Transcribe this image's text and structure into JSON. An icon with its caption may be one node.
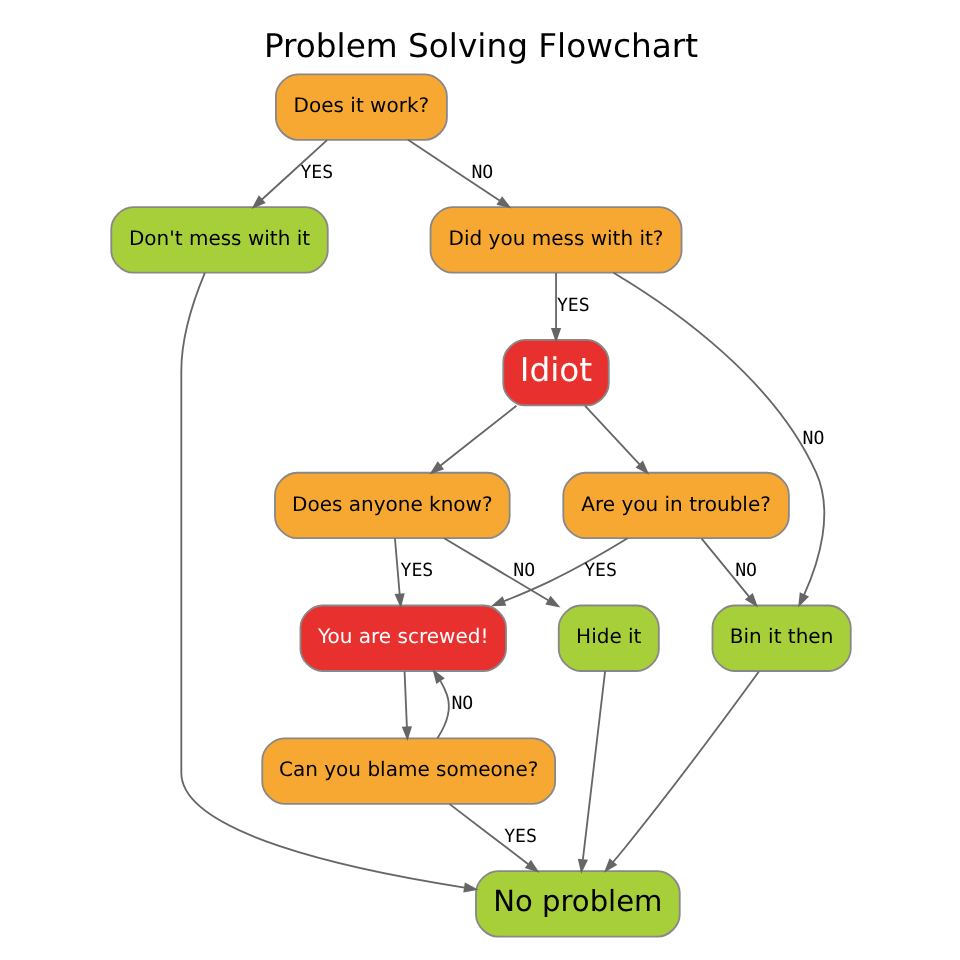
{
  "diagram": {
    "title": "Problem Solving Flowchart",
    "nodes": [
      {
        "text": [
          "Does it work?"
        ]
      },
      {
        "text": [
          "Don't mess with it"
        ]
      },
      {
        "text": [
          "Did you mess with it?"
        ]
      },
      {
        "text": [
          "Idiot"
        ]
      },
      {
        "text": [
          "Does anyone know?"
        ]
      },
      {
        "text": [
          "Are you in trouble?"
        ]
      },
      {
        "text": [
          "You are screwed!"
        ]
      },
      {
        "text": [
          "Hide it"
        ]
      },
      {
        "text": [
          "Bin it then"
        ]
      },
      {
        "text": [
          "Can you blame someone?"
        ]
      },
      {
        "text": [
          "No problem"
        ]
      }
    ],
    "edges": [
      {
        "from": 0,
        "to": 1,
        "arrow": "to",
        "label": "YES"
      },
      {
        "from": 0,
        "to": 2,
        "arrow": "to",
        "label": "NO"
      },
      {
        "from": 2,
        "to": 3,
        "arrow": "to",
        "label": "YES"
      },
      {
        "from": 2,
        "to": 8,
        "arrow": "to",
        "label": "NO"
      },
      {
        "from": 3,
        "to": 4,
        "arrow": "to"
      },
      {
        "from": 3,
        "to": 5,
        "arrow": "to"
      },
      {
        "from": 4,
        "to": 6,
        "arrow": "to",
        "label": "YES"
      },
      {
        "from": 5,
        "to": 6,
        "arrow": "to",
        "label": "YES"
      },
      {
        "from": 4,
        "to": 7,
        "arrow": "to",
        "label": "NO"
      },
      {
        "from": 5,
        "to": 8,
        "arrow": "to",
        "label": "NO"
      },
      {
        "from": 6,
        "to": 9,
        "arrow": "to"
      },
      {
        "from": 9,
        "to": 6,
        "arrow": "to",
        "label": "NO"
      },
      {
        "from": 9,
        "to": 10,
        "arrow": "to",
        "label": "YES"
      },
      {
        "from": 7,
        "to": 10,
        "arrow": "to"
      },
      {
        "from": 8,
        "to": 10,
        "arrow": "to"
      },
      {
        "from": 1,
        "to": 10,
        "arrow": "to"
      }
    ]
  }
}
